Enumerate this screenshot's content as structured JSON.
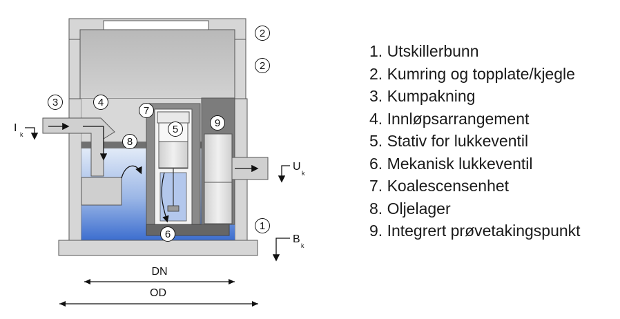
{
  "legend": {
    "items": [
      "1. Utskillerbunn",
      "2. Kumring og topplate/kjegle",
      "3. Kumpakning",
      "4. Innløpsarrangement",
      "5. Stativ for lukkeventil",
      "6. Mekanisk lukkeventil",
      "7. Koalescensenhet",
      "8. Oljelager",
      "9. Integrert prøvetakingspunkt"
    ]
  },
  "callouts": {
    "c1": "1",
    "c2a": "2",
    "c2b": "2",
    "c3": "3",
    "c4": "4",
    "c5": "5",
    "c6": "6",
    "c7": "7",
    "c8": "8",
    "c9": "9"
  },
  "flow": {
    "inlet": "I",
    "inlet_sub": "k",
    "outlet": "U",
    "outlet_sub": "k",
    "bottom": "B",
    "bottom_sub": "k"
  },
  "dimensions": {
    "inner": "DN",
    "outer": "OD"
  },
  "colors": {
    "water_top": "#e4ecf8",
    "water_bottom": "#3d6ecf",
    "wall": "#d6d6d6",
    "dark": "#6e6e6e",
    "stroke": "#555555"
  }
}
